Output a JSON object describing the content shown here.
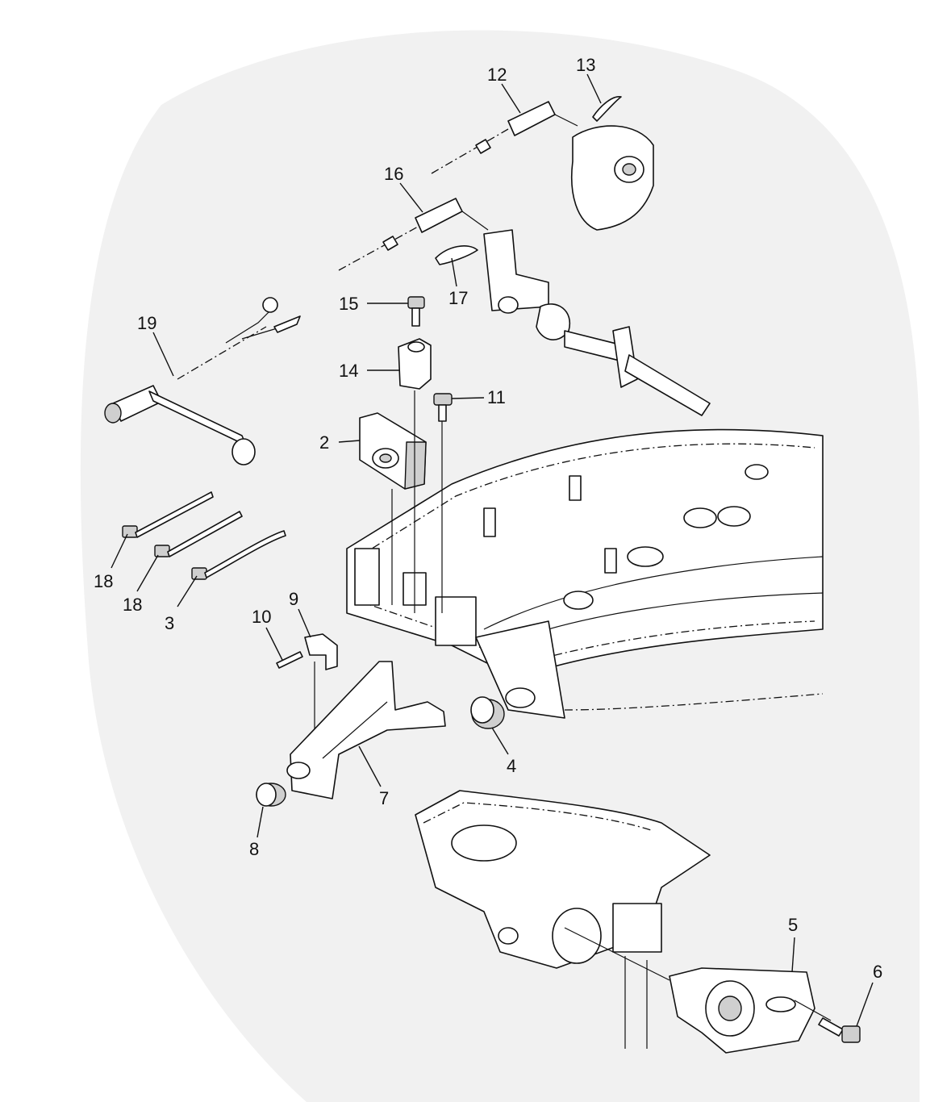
{
  "diagram": {
    "callouts": [
      {
        "id": "c2",
        "label": "2"
      },
      {
        "id": "c3",
        "label": "3"
      },
      {
        "id": "c4",
        "label": "4"
      },
      {
        "id": "c5",
        "label": "5"
      },
      {
        "id": "c6",
        "label": "6"
      },
      {
        "id": "c7",
        "label": "7"
      },
      {
        "id": "c8",
        "label": "8"
      },
      {
        "id": "c9",
        "label": "9"
      },
      {
        "id": "c10",
        "label": "10"
      },
      {
        "id": "c11",
        "label": "11"
      },
      {
        "id": "c12",
        "label": "12"
      },
      {
        "id": "c13",
        "label": "13"
      },
      {
        "id": "c14",
        "label": "14"
      },
      {
        "id": "c15",
        "label": "15"
      },
      {
        "id": "c16",
        "label": "16"
      },
      {
        "id": "c17",
        "label": "17"
      },
      {
        "id": "c18a",
        "label": "18"
      },
      {
        "id": "c18b",
        "label": "18"
      },
      {
        "id": "c19",
        "label": "19"
      }
    ]
  }
}
